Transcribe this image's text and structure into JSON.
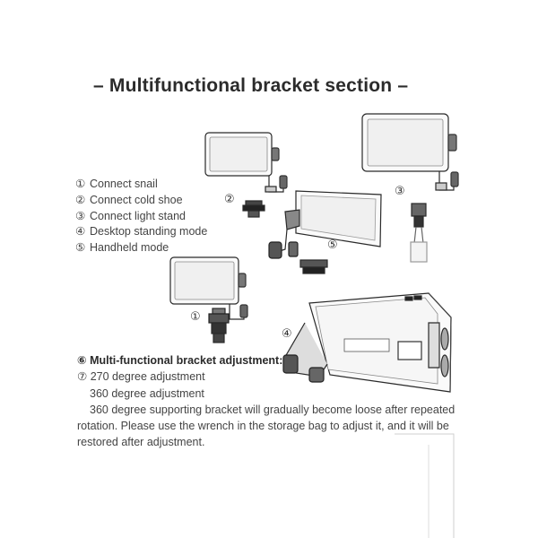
{
  "title": "– Multifunctional bracket section –",
  "modes": [
    {
      "num": "①",
      "label": "Connect snail"
    },
    {
      "num": "②",
      "label": "Connect cold shoe"
    },
    {
      "num": "③",
      "label": "Connect light stand"
    },
    {
      "num": "④",
      "label": "Desktop standing mode"
    },
    {
      "num": "⑤",
      "label": "Handheld mode"
    }
  ],
  "callouts": {
    "c1": "①",
    "c2": "②",
    "c3": "③",
    "c4": "④",
    "c5": "⑤"
  },
  "notes": {
    "heading_num": "⑥",
    "heading": "Multi-functional bracket adjustment:",
    "item_num": "⑦",
    "lines": [
      "270 degree adjustment",
      "360 degree adjustment",
      "360 degree supporting bracket will gradually become loose after repeated",
      "rotation. Please use the wrench in the storage bag to adjust it, and it will be",
      "restored after adjustment."
    ]
  }
}
